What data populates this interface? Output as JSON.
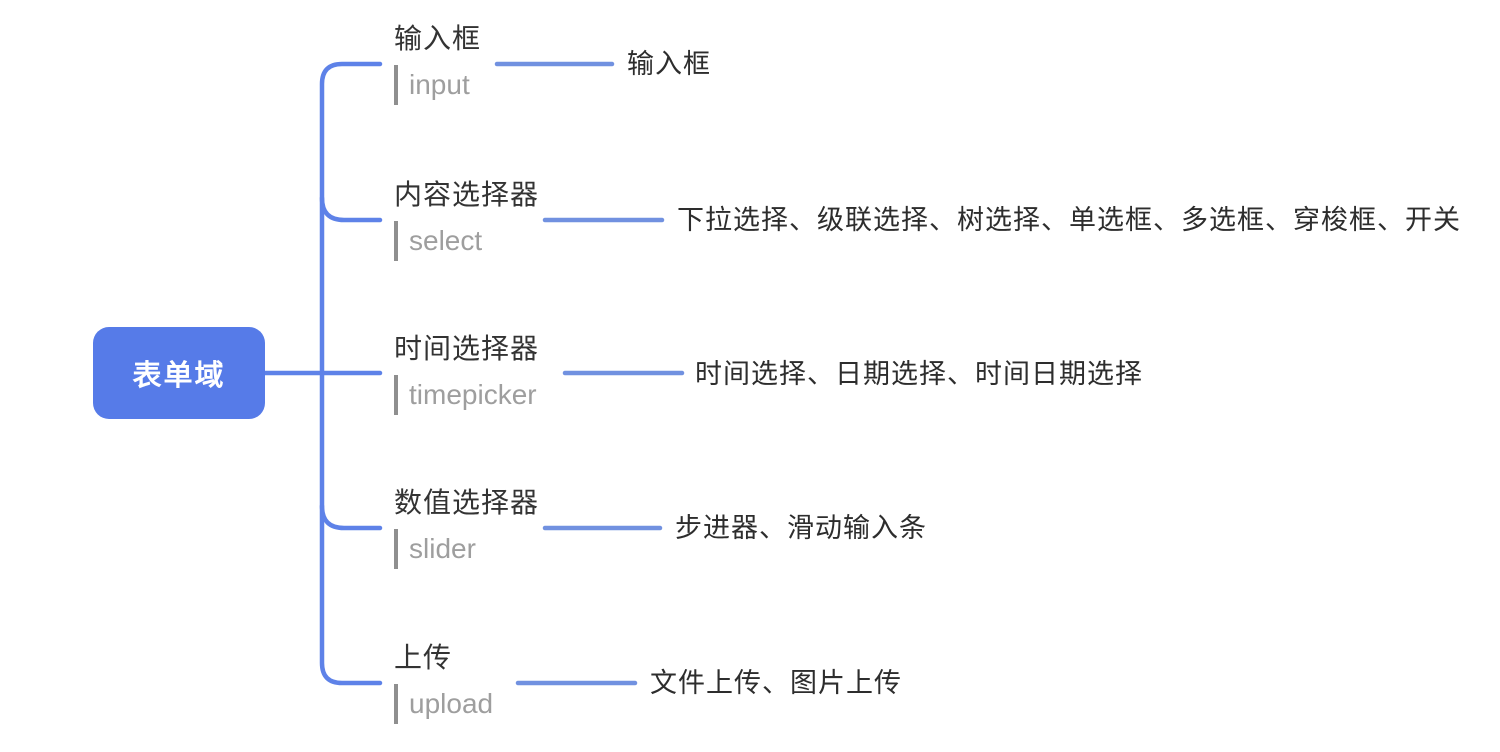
{
  "colors": {
    "background": "#FFFFFF",
    "root_bg": "#567BE8",
    "root_text": "#FFFFFF",
    "branch_line": "#5E82E8",
    "leaf_line": "#7191E0",
    "title_text": "#333333",
    "subtitle_text": "#9E9E9E",
    "subtitle_bar": "#8F8F8F",
    "leaf_text": "#2D2D2D"
  },
  "root": {
    "label": "表单域"
  },
  "branches": [
    {
      "title": "输入框",
      "subtitle": "input",
      "leaf": "输入框"
    },
    {
      "title": "内容选择器",
      "subtitle": "select",
      "leaf": "下拉选择、级联选择、树选择、单选框、多选框、穿梭框、开关"
    },
    {
      "title": "时间选择器",
      "subtitle": "timepicker",
      "leaf": "时间选择、日期选择、时间日期选择"
    },
    {
      "title": "数值选择器",
      "subtitle": "slider",
      "leaf": "步进器、滑动输入条"
    },
    {
      "title": "上传",
      "subtitle": "upload",
      "leaf": "文件上传、图片上传"
    }
  ]
}
